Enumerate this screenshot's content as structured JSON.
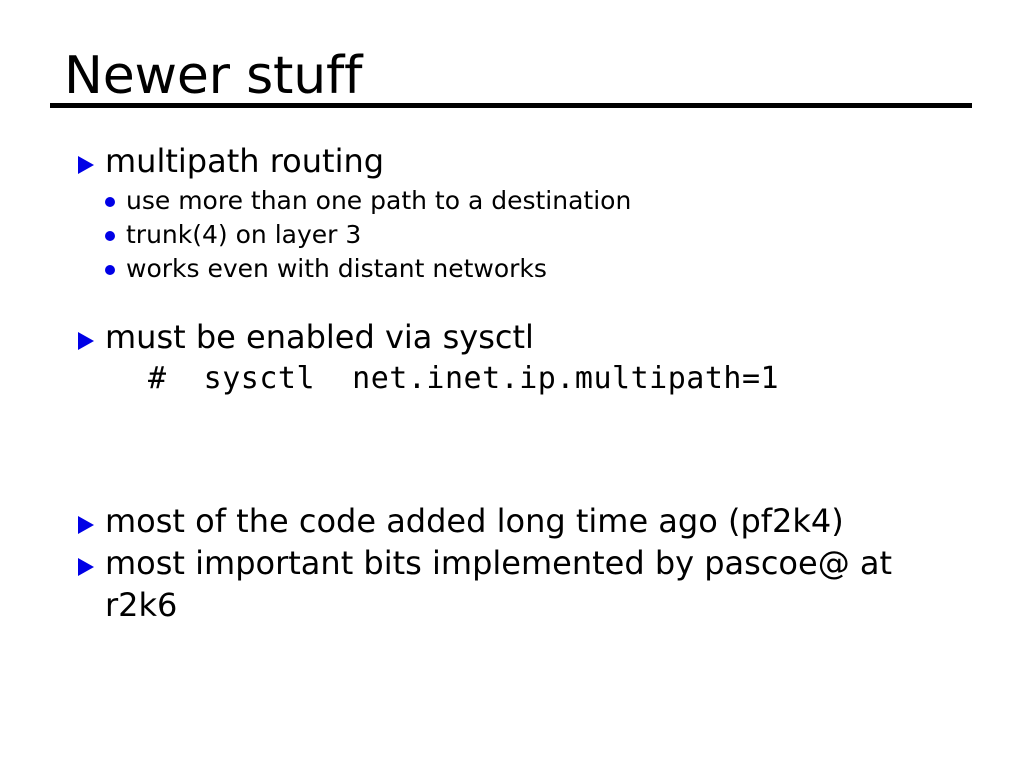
{
  "slide": {
    "title": "Newer stuff",
    "theme": {
      "background": "#ffffff",
      "text_color": "#000000",
      "bullet_color": "#0000e6",
      "rule_color": "#000000"
    },
    "blocks": [
      {
        "id": "multipath-routing",
        "level1": "multipath routing",
        "level2": [
          "use more than one path to a destination",
          "trunk(4) on layer 3",
          "works even with distant networks"
        ]
      },
      {
        "id": "sysctl",
        "level1": "must be enabled via sysctl",
        "code": "#  sysctl  net.inet.ip.multipath=1"
      },
      {
        "id": "history",
        "level1": "most of the code added long time ago (pf2k4)"
      },
      {
        "id": "credits",
        "level1": "most important bits implemented by pascoe@ at r2k6"
      }
    ]
  },
  "icons": {
    "triangle_bullet": "triangle-bullet-icon",
    "round_bullet": "round-bullet-icon"
  }
}
